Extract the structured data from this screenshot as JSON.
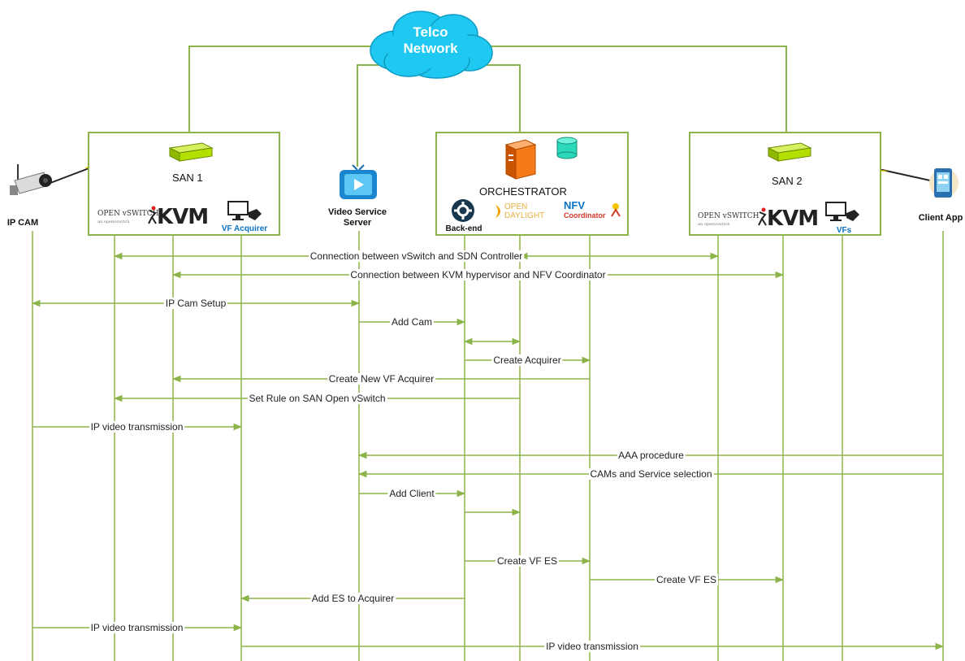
{
  "colors": {
    "line": "#8db44a",
    "cloud": "#1ec8f0",
    "device": "#b4e000",
    "accent": "#0b72c5"
  },
  "cloud": {
    "line1": "Telco",
    "line2": "Network"
  },
  "san1": {
    "title": "SAN 1",
    "ovs_line1": "OPEN vSWITCH",
    "ovs_line2": "an openvswitch",
    "kvm": "KVM",
    "vf_label": "VF Acquirer"
  },
  "san2": {
    "title": "SAN 2",
    "ovs_line1": "OPEN vSWITCH",
    "ovs_line2": "an openvswitch",
    "kvm": "KVM",
    "vf_label": "VFs"
  },
  "orchestrator": {
    "title": "ORCHESTRATOR",
    "backend": "Back-end",
    "odl_line1": "OPEN",
    "odl_line2": "DAYLIGHT",
    "nfv_line1": "NFV",
    "nfv_line2": "Coordinator"
  },
  "ipcam": {
    "label": "IP CAM"
  },
  "vss": {
    "label_line1": "Video Service",
    "label_line2": "Server"
  },
  "client": {
    "label": "Client App"
  },
  "messages": [
    {
      "text": "Connection between vSwitch and SDN Controller"
    },
    {
      "text": "Connection between KVM hypervisor and NFV Coordinator"
    },
    {
      "text": "IP Cam Setup"
    },
    {
      "text": "Add Cam"
    },
    {
      "text": ""
    },
    {
      "text": "Create Acquirer"
    },
    {
      "text": "Create New VF Acquirer"
    },
    {
      "text": "Set Rule on SAN Open vSwitch"
    },
    {
      "text": "IP video transmission"
    },
    {
      "text": "AAA procedure"
    },
    {
      "text": "CAMs and Service selection"
    },
    {
      "text": "Add Client"
    },
    {
      "text": ""
    },
    {
      "text": "Create VF ES"
    },
    {
      "text": "Create VF ES"
    },
    {
      "text": "Add ES to Acquirer"
    },
    {
      "text": "IP video transmission"
    },
    {
      "text": "IP video transmission"
    }
  ]
}
